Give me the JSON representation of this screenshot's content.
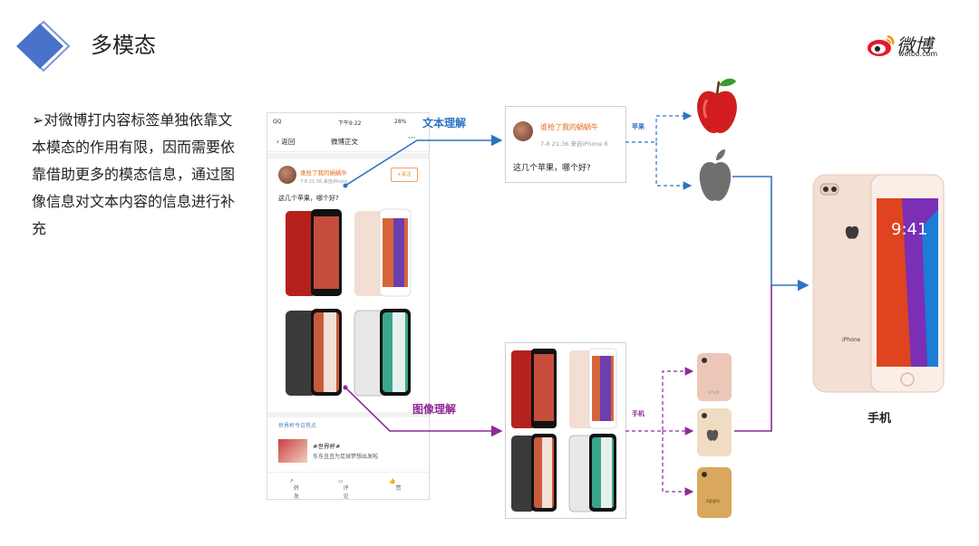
{
  "header": {
    "title": "多模态"
  },
  "brand": {
    "name": "微博",
    "sub": "weibo.com"
  },
  "body": {
    "paragraph": "➢对微博打内容标签单独依靠文本模态的作用有限，因而需要依靠借助更多的模态信息，通过图像信息对文本内容的信息进行补充"
  },
  "phone": {
    "status_left": "QQ",
    "status_time": "下午9:22",
    "status_right": "28%",
    "back_label": "返回",
    "nav_title": "微博正文",
    "more_label": "···",
    "user_name": "谁抢了我的蜗蜗牛",
    "post_meta": "7-8 21:36  来自iPhone",
    "follow_label": "+关注",
    "post_text": "这几个苹果，哪个好?",
    "hot_section": "世界杯今日热点",
    "hot_title": "#世界杯#",
    "hot_subtitle": "东东丑丑为足球梦想出发啦",
    "repost_label": "转发",
    "comment_label": "评论",
    "like_label": "赞"
  },
  "text_card": {
    "user_name": "谁抢了我的蜗蜗牛",
    "meta": "7-8 21:36  来自iPhone 6",
    "post_text": "这几个苹果，哪个好?"
  },
  "diagram": {
    "text_understanding": "文本理解",
    "image_understanding": "图像理解",
    "apple_label": "苹果",
    "phone_label": "手机",
    "result_label": "手机"
  },
  "colors": {
    "accent_blue": "#2f73c4",
    "accent_purple": "#8e2a96",
    "diamond": "#4a72c9",
    "username_orange": "#e86a1c"
  }
}
